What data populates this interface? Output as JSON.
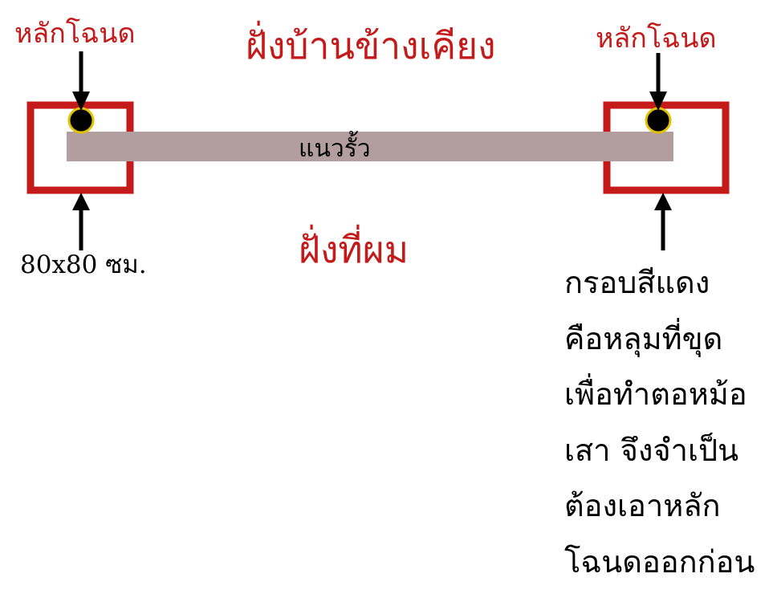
{
  "labels": {
    "marker_left": "หลักโฉนด",
    "marker_right": "หลักโฉนด",
    "neighbor_side": "ฝั่งบ้านข้างเคียง",
    "my_side": "ฝั่งที่ผม",
    "fence_line": "แนวรั้ว",
    "hole_size": "80x80 ซม."
  },
  "note": {
    "lines": [
      "กรอบสีแดง",
      "คือหลุมที่ขุด",
      "เพื่อทำตอหม้อ",
      "เสา จึงจำเป็น",
      "ต้องเอาหลัก",
      "โฉนดออกก่อน"
    ]
  },
  "colors": {
    "frame_red": "#c41a1a",
    "fence_gray": "#b29e9e",
    "marker_fill": "#000000",
    "marker_ring": "#e2c100"
  }
}
